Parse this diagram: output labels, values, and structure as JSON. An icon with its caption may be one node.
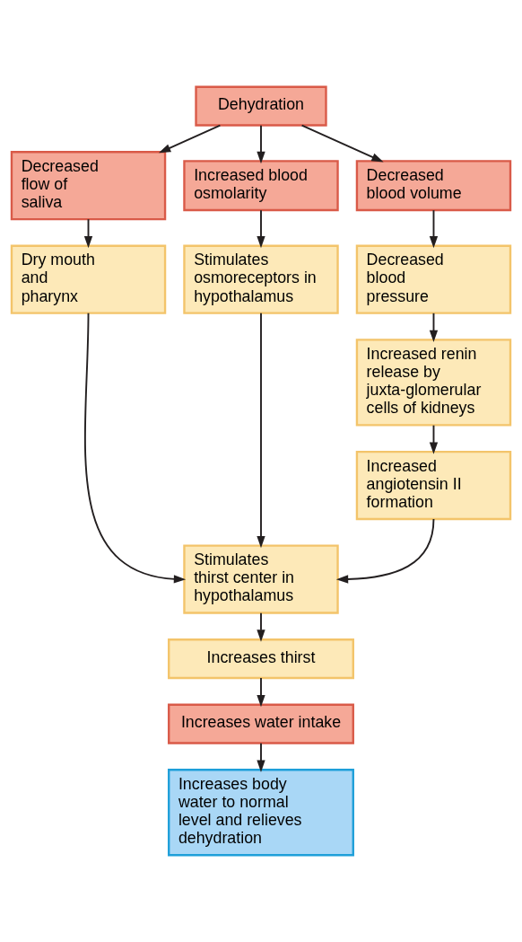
{
  "diagram": {
    "nodes": [
      {
        "text": [
          "Dehydration"
        ]
      },
      {
        "text": [
          "Decreased flow of saliva"
        ]
      },
      {
        "text": [
          "Increased blood osmolarity"
        ]
      },
      {
        "text": [
          "Decreased blood volume"
        ]
      },
      {
        "text": [
          "Dry mouth and pharynx"
        ]
      },
      {
        "text": [
          "Stimulates osmoreceptors in hypothalamus"
        ]
      },
      {
        "text": [
          "Decreased blood pressure"
        ]
      },
      {
        "text": [
          "Increased renin release by juxta-glomerular cells of kidneys"
        ]
      },
      {
        "text": [
          "Increased angiotensin II formation"
        ]
      },
      {
        "text": [
          "Stimulates thirst center in hypothalamus"
        ]
      },
      {
        "text": [
          "Increases thirst"
        ]
      },
      {
        "text": [
          "Increases water intake"
        ]
      },
      {
        "text": [
          "Increases body water to normal level and relieves dehydration"
        ]
      }
    ],
    "edges": [
      {
        "from": 0,
        "to": 1,
        "arrow": "to"
      },
      {
        "from": 0,
        "to": 2,
        "arrow": "to"
      },
      {
        "from": 0,
        "to": 3,
        "arrow": "to"
      },
      {
        "from": 1,
        "to": 4,
        "arrow": "to"
      },
      {
        "from": 2,
        "to": 5,
        "arrow": "to"
      },
      {
        "from": 3,
        "to": 6,
        "arrow": "to"
      },
      {
        "from": 6,
        "to": 7,
        "arrow": "to"
      },
      {
        "from": 7,
        "to": 8,
        "arrow": "to"
      },
      {
        "from": 4,
        "to": 9,
        "arrow": "to"
      },
      {
        "from": 5,
        "to": 9,
        "arrow": "to"
      },
      {
        "from": 8,
        "to": 9,
        "arrow": "to"
      },
      {
        "from": 9,
        "to": 10,
        "arrow": "to"
      },
      {
        "from": 10,
        "to": 11,
        "arrow": "to"
      },
      {
        "from": 11,
        "to": 12,
        "arrow": "to"
      }
    ]
  }
}
